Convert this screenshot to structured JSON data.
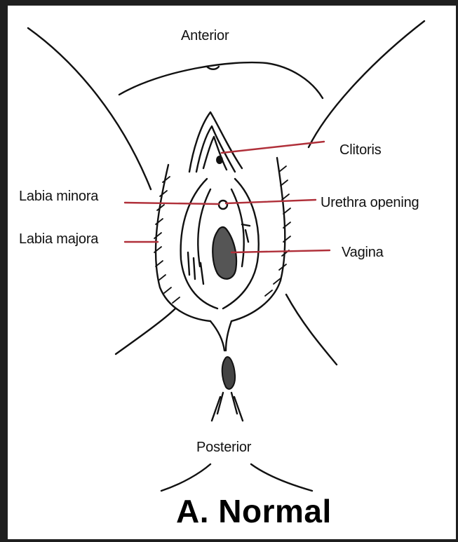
{
  "labels": {
    "anterior": "Anterior",
    "posterior": "Posterior",
    "clitoris": "Clitoris",
    "labia_minora": "Labia minora",
    "urethra_opening": "Urethra  opening",
    "labia_majora": "Labia majora",
    "vagina": "Vagina"
  },
  "caption": "A. Normal",
  "colors": {
    "border": "#1f1f1f",
    "line_art": "#111111",
    "leader_lines": "#b0303a",
    "shaded_area": "#555555"
  }
}
